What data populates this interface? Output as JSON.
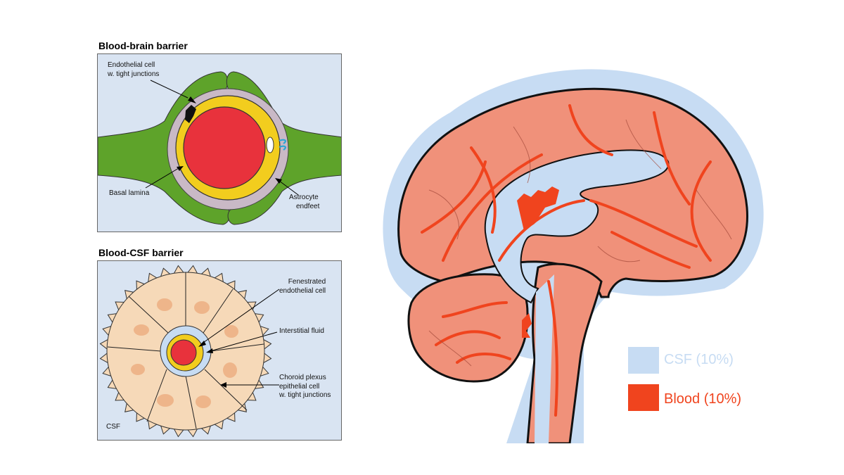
{
  "bbb": {
    "title": "Blood-brain barrier",
    "label_endothelial_1": "Endothelial cell",
    "label_endothelial_2": "w. tight junctions",
    "label_basal": "Basal lamina",
    "label_astro_1": "Astrocyte",
    "label_astro_2": "endfeet"
  },
  "csf_barrier": {
    "title": "Blood-CSF barrier",
    "label_fen_1": "Fenestrated",
    "label_fen_2": "endothelial cell",
    "label_interstitial": "Interstitial fluid",
    "label_choroid_1": "Choroid plexus",
    "label_choroid_2": "epithelial cell",
    "label_choroid_3": "w. tight junctions",
    "label_csf": "CSF"
  },
  "legend": {
    "csf_label": "CSF (10%)",
    "blood_label": "Blood (10%)",
    "csf_color": "#c7dcf3",
    "blood_color": "#f0441e"
  },
  "colors": {
    "astrocyte": "#5ea32a",
    "basal": "#c9b9c6",
    "endothelial": "#f2cd1e",
    "blood": "#e8323c",
    "brain": "#f0917a",
    "vessel": "#f0441e",
    "ventricle": "#c7dcf3",
    "epithelium": "#f6d9b8",
    "nucleus": "#eeb58a"
  }
}
